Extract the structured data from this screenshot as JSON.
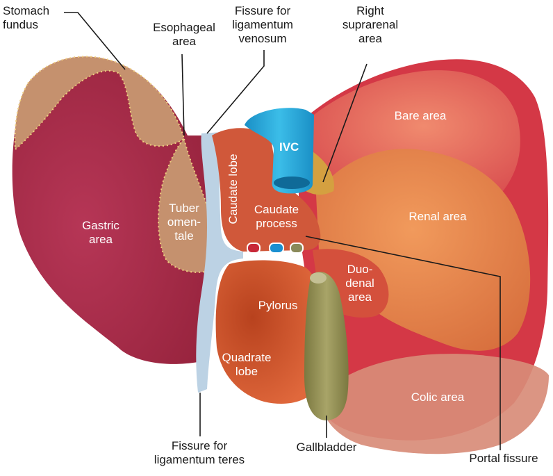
{
  "title": "",
  "callouts": {
    "stomach_fundus": "Stomach\nfundus",
    "esophageal_area": "Esophageal\narea",
    "fissure_ligamentum_venosum": "Fissure for\nligamentum\nvenosum",
    "right_suprarenal_area": "Right\nsuprarenal\narea",
    "fissure_ligamentum_teres": "Fissure for\nligamentum teres",
    "gallbladder": "Gallbladder",
    "portal_fissure": "Portal fissure"
  },
  "regions": {
    "gastric_area": "Gastric\narea",
    "tuber_omentale": "Tuber\nomen-\ntale",
    "caudate_lobe": "Caudate lobe",
    "ivc": "IVC",
    "caudate_process": "Caudate\nprocess",
    "bare_area": "Bare area",
    "renal_area": "Renal area",
    "duodenal_area": "Duo-\ndenal\narea",
    "pylorus": "Pylorus",
    "quadrate_lobe": "Quadrate\nlobe",
    "colic_area": "Colic area"
  },
  "colors": {
    "gastric": "#a82c48",
    "fundus": "#c89572",
    "tuber": "#c89572",
    "ligament": "#b8cfe0",
    "caudate": "#d25a38",
    "ivc": "#1fa4d6",
    "suprarenal": "#d4a040",
    "right_lobe_edge": "#d23a4a",
    "bare": "#e87460",
    "renal": "#e8874e",
    "duodenal": "#d4533e",
    "quadrate": "#d05a34",
    "colic": "#d8907c",
    "gallbladder": "#96925a"
  }
}
